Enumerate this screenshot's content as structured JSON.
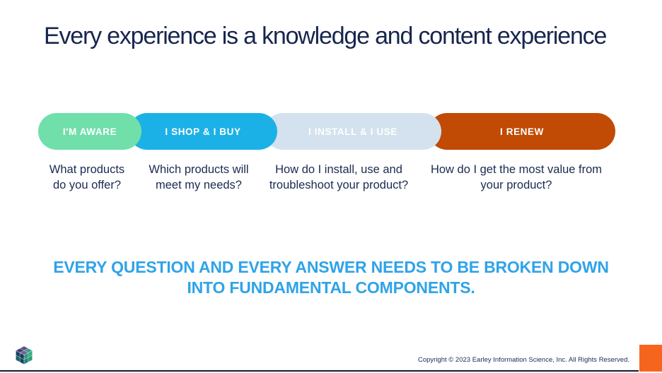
{
  "slide": {
    "title": "Every experience is a knowledge and content experience",
    "statement": {
      "line1": "EVERY QUESTION AND EVERY ANSWER NEEDS TO BE BROKEN DOWN",
      "line2": "INTO FUNDAMENTAL COMPONENTS."
    }
  },
  "journey": {
    "stages": [
      {
        "label": "I'M AWARE",
        "color": "#70dfaa",
        "question_line1": "What products",
        "question_line2": "do you offer?"
      },
      {
        "label": "I SHOP & I BUY",
        "color": "#1cb1e6",
        "question_line1": "Which products will",
        "question_line2": "meet my needs?"
      },
      {
        "label": "I INSTALL & I USE",
        "color": "#d3e2ee",
        "question_line1": "How do I install, use and",
        "question_line2": "troubleshoot your product?"
      },
      {
        "label": "I RENEW",
        "color": "#c14a04",
        "question_line1": "How do I get the most value from",
        "question_line2": "your product?"
      }
    ]
  },
  "footer": {
    "copyright": "Copyright © 2023 Earley Information Science, Inc.  All Rights Reserved.",
    "logo": "eis-cube-logo"
  },
  "colors": {
    "title_navy": "#17264e",
    "question_navy": "#1b2a50",
    "statement_blue": "#2fa3e8",
    "footer_line_navy": "#0f1b33",
    "corner_accent_orange": "#f6651d"
  }
}
